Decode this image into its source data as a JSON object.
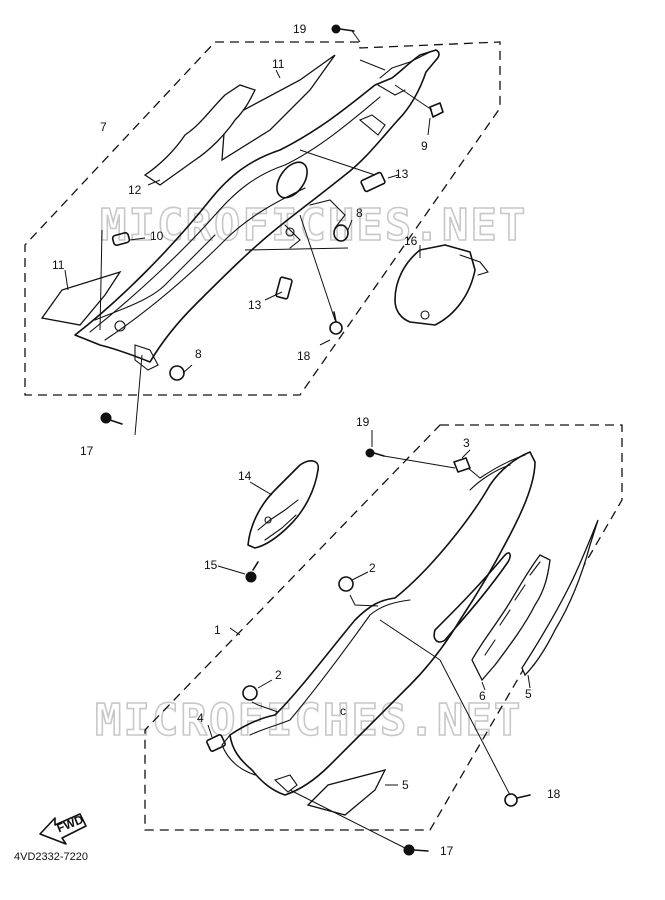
{
  "watermark": "MICROFICHES.NET",
  "part_code": "4VD2332-7220",
  "fwd_label": "FWD",
  "callouts": {
    "c1": "1",
    "c2a": "2",
    "c2b": "2",
    "c3": "3",
    "c4": "4",
    "c5a": "5",
    "c5b": "5",
    "c6": "6",
    "c7": "7",
    "c8a": "8",
    "c8b": "8",
    "c9": "9",
    "c10": "10",
    "c11a": "11",
    "c11b": "11",
    "c12": "12",
    "c13a": "13",
    "c13b": "13",
    "c14": "14",
    "c15": "15",
    "c16": "16",
    "c17a": "17",
    "c17b": "17",
    "c18a": "18",
    "c18b": "18",
    "c19a": "19",
    "c19b": "19"
  }
}
